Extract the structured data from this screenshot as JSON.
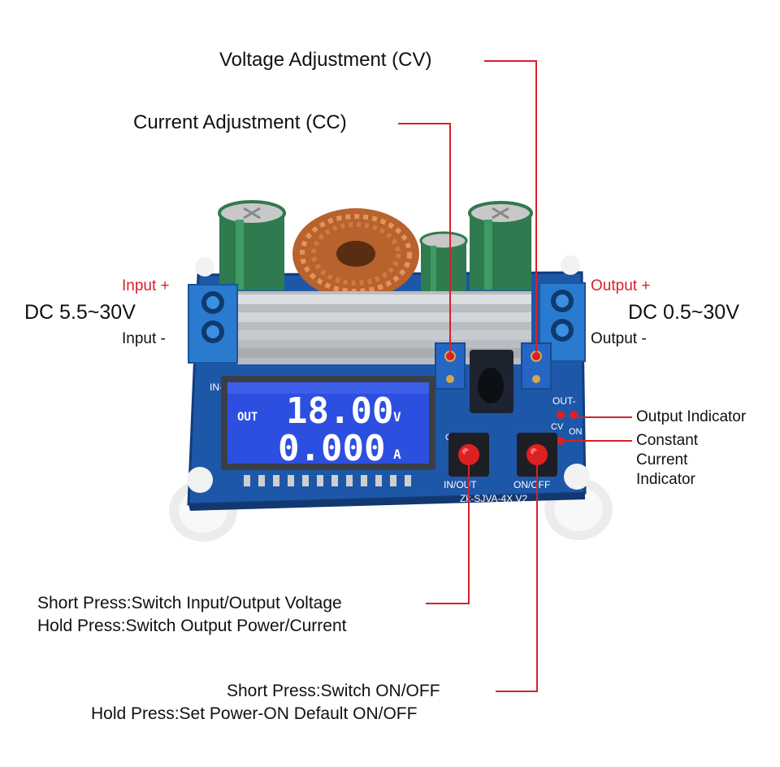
{
  "callouts": {
    "voltage_adjustment": "Voltage Adjustment (CV)",
    "current_adjustment": "Current Adjustment (CC)",
    "output_indicator": "Output Indicator",
    "cc_indicator_line1": "Constant",
    "cc_indicator_line2": "Current",
    "cc_indicator_line3": "Indicator",
    "in_out_note_line1": "Short Press:Switch Input/Output Voltage",
    "in_out_note_line2": "Hold Press:Switch Output Power/Current",
    "on_off_note_line1": "Short Press:Switch ON/OFF",
    "on_off_note_line2": "Hold Press:Set Power-ON Default ON/OFF"
  },
  "input": {
    "plus_label": "Input +",
    "minus_label": "Input -",
    "range": "DC 5.5~30V"
  },
  "output": {
    "plus_label": "Output +",
    "minus_label": "Output -",
    "range": "DC 0.5~30V"
  },
  "lcd": {
    "mode": "OUT",
    "voltage": "18.00",
    "voltage_unit": "V",
    "current": "0.000",
    "current_unit": "A"
  },
  "board": {
    "btn_left_label": "IN/OUT",
    "btn_right_label": "ON/OFF",
    "model": "Zk-SJVA-4X V2",
    "in_silk": "IN-",
    "out_silk": "OUT-",
    "cc_silk": "CC",
    "cv_silk": "CV",
    "on_silk": "ON"
  },
  "colors": {
    "callout_line": "#d8202a",
    "pcb": "#1d57a8",
    "lcd": "#2d4fe0",
    "terminal": "#2a7bd0",
    "button": "#e02020"
  }
}
